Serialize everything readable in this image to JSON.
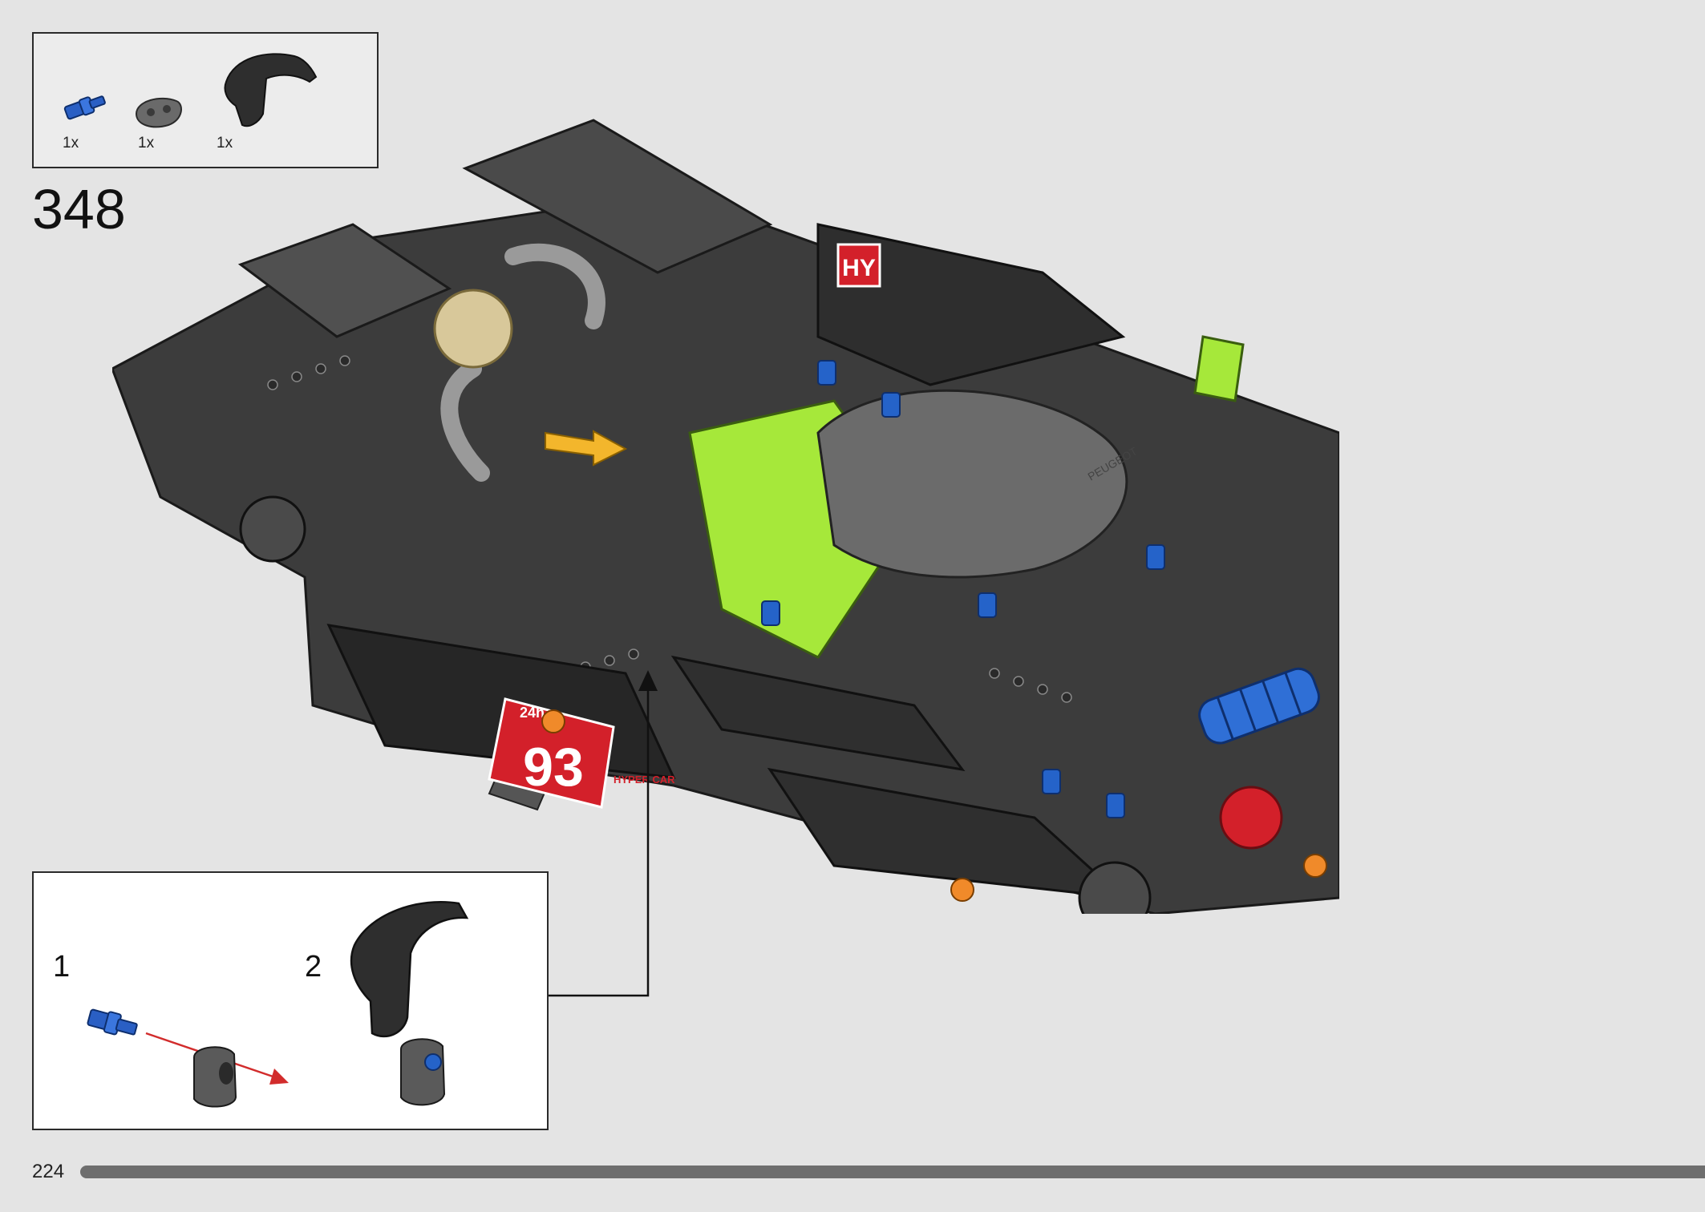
{
  "parts_list": {
    "items": [
      {
        "name": "blue-axle-pin",
        "qty": "1x"
      },
      {
        "name": "dark-grey-connector-block",
        "qty": "1x"
      },
      {
        "name": "black-curved-panel",
        "qty": "1x"
      }
    ]
  },
  "step": {
    "number": "348"
  },
  "substeps": [
    {
      "number": "1"
    },
    {
      "number": "2"
    }
  ],
  "model_decals": {
    "hy_badge": "HY",
    "race_number": "93",
    "le_mans_logo": "24h",
    "hypercar_tag": "HYPER CAR",
    "brand_text": "PEUGEOT"
  },
  "footer": {
    "page_number": "224"
  },
  "colors": {
    "background": "#e4e4e4",
    "chassis_dark": "#3a3a3a",
    "lime_accent": "#a6e83a",
    "pin_blue": "#2563c9",
    "decal_red": "#d3202a",
    "arrow_yellow": "#f3b62c"
  }
}
